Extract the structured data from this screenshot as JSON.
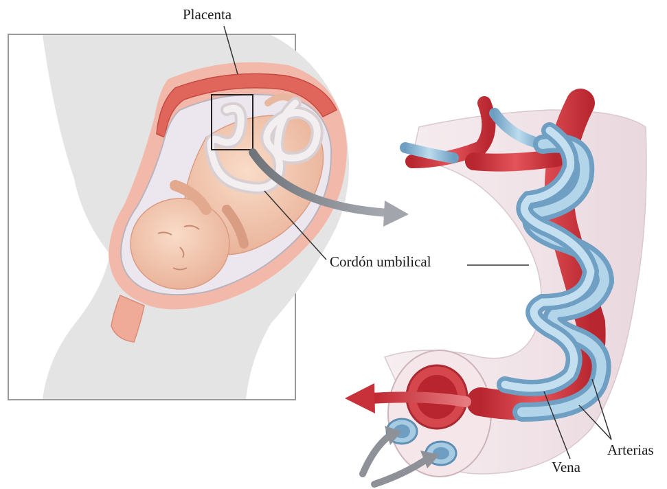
{
  "labels": {
    "placenta": "Placenta",
    "cordon": "Cordón umbilical",
    "vena": "Vena",
    "arterias": "Arterias"
  },
  "colors": {
    "panel_bg": "#ffffff",
    "body_gray": "#e6e6e6",
    "uterus_wall": "#f0b0a0",
    "placenta_red": "#e06a5e",
    "fetus_skin": "#f3c6ae",
    "cord_white": "#ece4e6",
    "artery_blue": "#8fbcd8",
    "vein_red": "#d7424a",
    "arrow_gray": "#8a8e94",
    "arrow_red": "#c8303a"
  }
}
